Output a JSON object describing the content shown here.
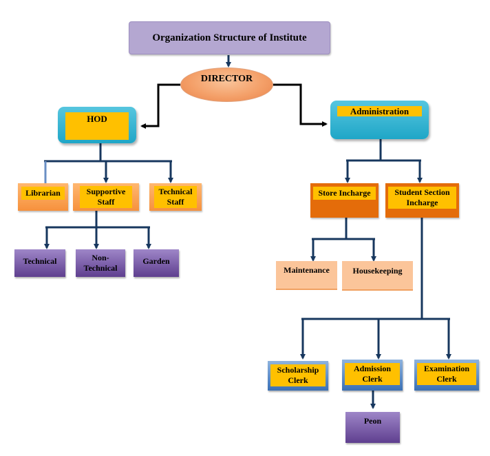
{
  "title": "Organization Structure of Institute",
  "nodes": {
    "director": "DIRECTOR",
    "hod": "HOD",
    "administration": "Administration",
    "librarian": "Librarian",
    "supportive_staff": "Supportive\nStaff",
    "technical_staff": "Technical\nStaff",
    "technical": "Technical",
    "non_technical": "Non-\nTechnical",
    "garden": "Garden",
    "store_incharge": "Store Incharge",
    "student_section_incharge": "Student Section\nIncharge",
    "maintenance": "Maintenance",
    "housekeeping": "Housekeeping",
    "scholarship_clerk": "Scholarship\nClerk",
    "admission_clerk": "Admission\nClerk",
    "examination_clerk": "Examination\nClerk",
    "peon": "Peon"
  },
  "colors": {
    "title_fill": "#b4a7d1",
    "director_fill": "#f4a069",
    "teal_fill": "#31b4d2",
    "label_fill": "#ffc000",
    "purple_fill": "#7b5fab",
    "dark_orange": "#e46c0a",
    "peach_fill": "#fbc59a",
    "blue_fill": "#5b8bc7",
    "connector": "#17375e"
  }
}
